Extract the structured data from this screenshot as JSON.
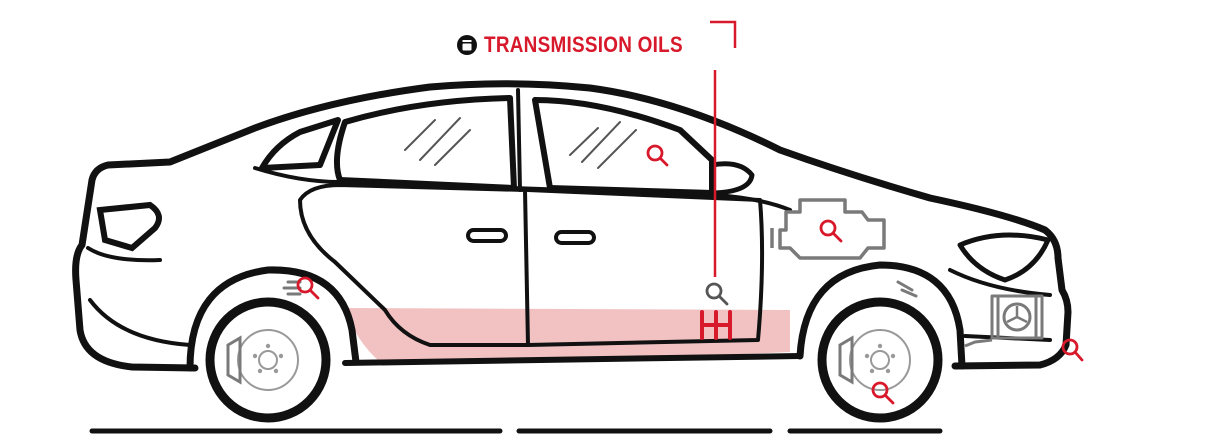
{
  "diagram": {
    "callout_label": "TRANSMISSION OILS",
    "callout_icon": "oil-can-icon",
    "hotspots": [
      {
        "name": "rear-suspension-hotspot",
        "icon": "magnifier-icon"
      },
      {
        "name": "windshield-hotspot",
        "icon": "magnifier-icon"
      },
      {
        "name": "engine-hotspot",
        "icon": "magnifier-icon"
      },
      {
        "name": "transmission-hotspot",
        "icon": "magnifier-icon"
      },
      {
        "name": "front-brake-hotspot",
        "icon": "magnifier-icon"
      },
      {
        "name": "radiator-hotspot",
        "icon": "magnifier-icon"
      }
    ],
    "component_icons": [
      "engine-icon",
      "gearshift-icon",
      "radiator-fan-icon",
      "brake-disc-icon",
      "shock-absorber-icon"
    ]
  },
  "colors": {
    "accent": "#d7192b",
    "outline": "#111111",
    "component_gray": "#7a7a7a",
    "underbody_fill": "#f2c2c2",
    "background": "#ffffff"
  }
}
